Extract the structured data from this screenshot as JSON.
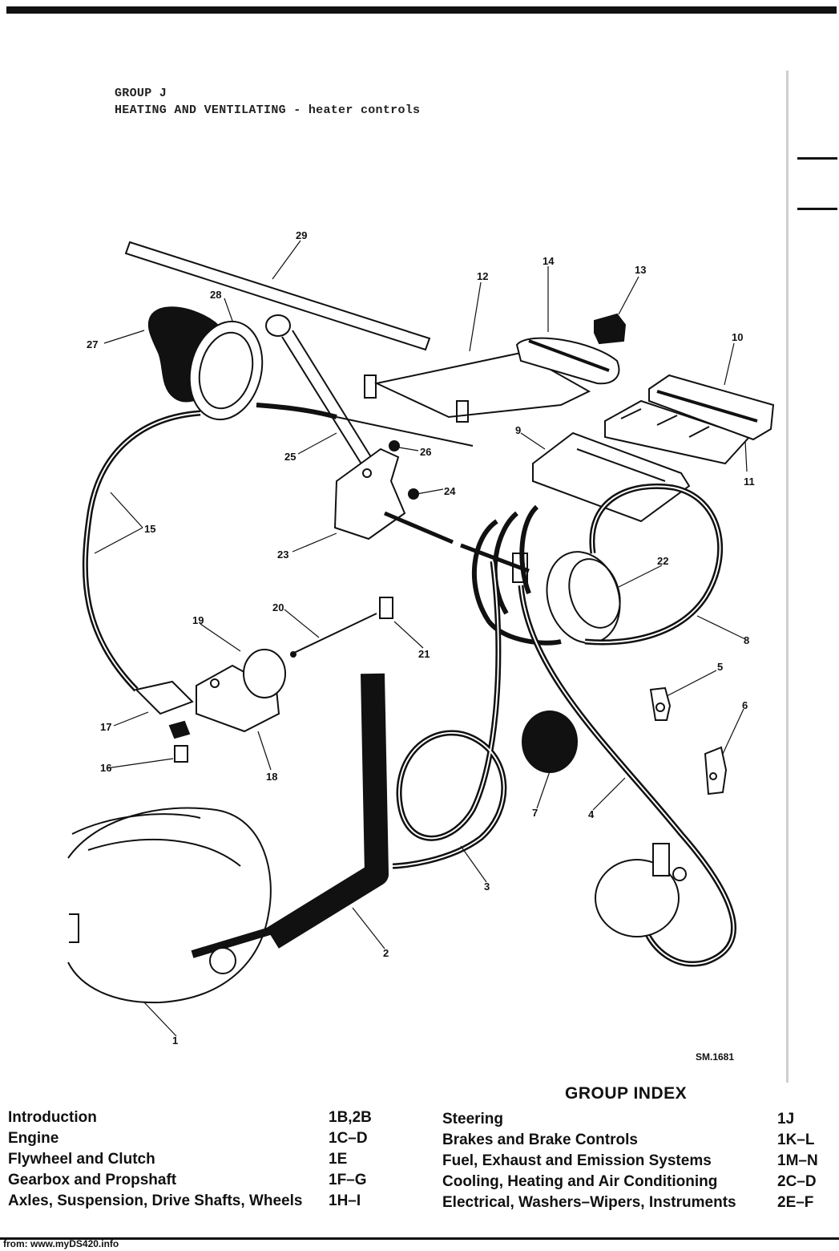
{
  "header": {
    "group": "GROUP J",
    "title": "HEATING AND VENTILATING - heater controls"
  },
  "diagram": {
    "reference": "SM.1681",
    "callouts": [
      "1",
      "2",
      "3",
      "4",
      "5",
      "6",
      "7",
      "8",
      "9",
      "10",
      "11",
      "12",
      "13",
      "14",
      "15",
      "16",
      "17",
      "18",
      "19",
      "20",
      "21",
      "22",
      "23",
      "24",
      "25",
      "26",
      "27",
      "28",
      "29"
    ]
  },
  "group_index": {
    "title": "GROUP INDEX",
    "left": [
      {
        "label": "Introduction",
        "code": "1B,2B"
      },
      {
        "label": "Engine",
        "code": "1C–D"
      },
      {
        "label": "Flywheel and Clutch",
        "code": "1E"
      },
      {
        "label": "Gearbox and Propshaft",
        "code": "1F–G"
      },
      {
        "label": "Axles, Suspension, Drive Shafts, Wheels",
        "code": "1H–I"
      }
    ],
    "right": [
      {
        "label": "Steering",
        "code": "1J"
      },
      {
        "label": "Brakes and Brake Controls",
        "code": "1K–L"
      },
      {
        "label": "Fuel, Exhaust and Emission Systems",
        "code": "1M–N"
      },
      {
        "label": "Cooling, Heating and Air Conditioning",
        "code": "2C–D"
      },
      {
        "label": "Electrical, Washers–Wipers, Instruments",
        "code": "2E–F"
      }
    ]
  },
  "footer": {
    "source": "from: www.myDS420.info"
  }
}
